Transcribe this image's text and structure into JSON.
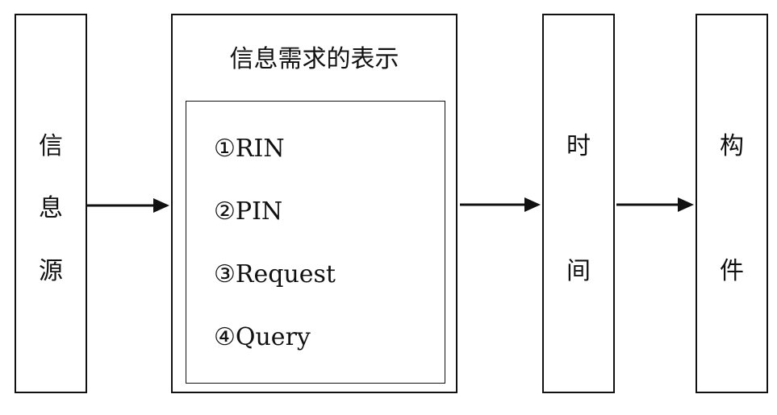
{
  "source": {
    "chars": [
      "信",
      "息",
      "源"
    ]
  },
  "representation": {
    "title": "信息需求的表示",
    "items": [
      "①RIN",
      "②PIN",
      "③Request",
      "④Query"
    ]
  },
  "time": {
    "chars": [
      "时",
      "间"
    ]
  },
  "component": {
    "chars": [
      "构",
      "件"
    ]
  }
}
